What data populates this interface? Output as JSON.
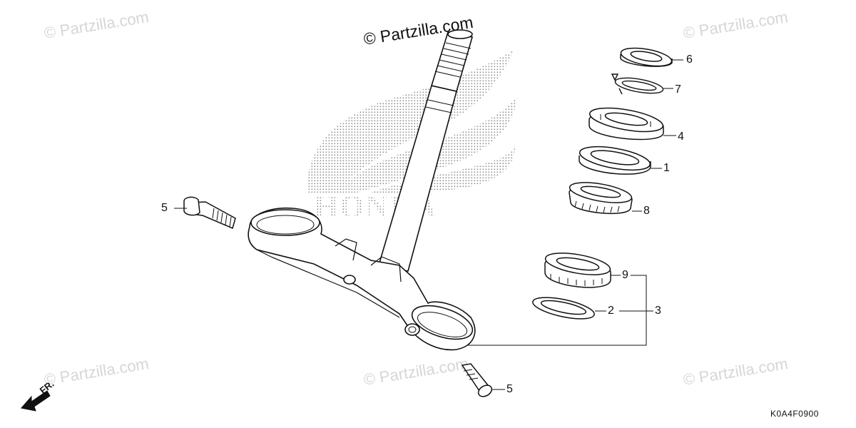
{
  "watermarks": {
    "main": "© Partzilla.com",
    "faint": "© Partzilla.com"
  },
  "brand_logo_text": "HONDA",
  "direction_label": "FR.",
  "diagram_code": "K0A4F0900",
  "callouts": {
    "bolt_upper": "5",
    "bolt_lower": "5",
    "dust_seal": "6",
    "lock_washer": "7",
    "adjust_nut": "4",
    "upper_race": "1",
    "upper_bearing": "8",
    "lower_bearing": "9",
    "lower_race": "2",
    "bearing_assembly": "3"
  },
  "colors": {
    "line": "#111111",
    "watermark": "#d6d6d6",
    "logo_dots": "#9a9a9a"
  }
}
